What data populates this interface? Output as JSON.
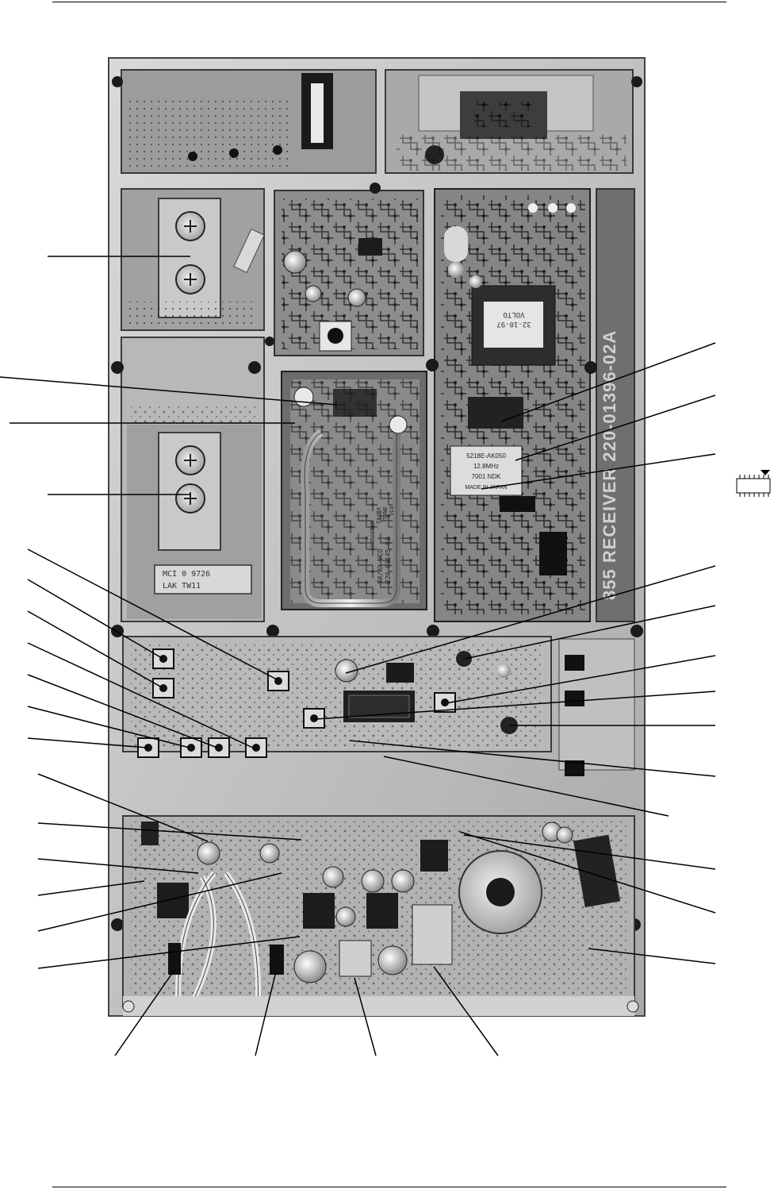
{
  "photo": {
    "receiver_label": "855 RECEIVER 220-01396-02A",
    "crystal_lines": [
      "5218E-AK050",
      "12.8MHz",
      "7001 NDK",
      "MADE IN JAPAN"
    ],
    "eeprom_lines": [
      "VOLTO",
      "32-10-97"
    ],
    "filter_label_lines": [
      "MCI  0 9726",
      "LAK TW11"
    ],
    "vco_lines": [
      "TX/RX VCO",
      "220-01145-02"
    ],
    "side_labels": [
      "VARACTOR",
      "TX/RX",
      "TUNE",
      "VCO"
    ]
  },
  "colors": {
    "ink": "#000000",
    "background": "#ffffff",
    "chassis": "#c8c8c8",
    "board": "#8a8a8a"
  },
  "icons": {
    "side_symbol": "ic-chip-pin1-marker-icon"
  }
}
